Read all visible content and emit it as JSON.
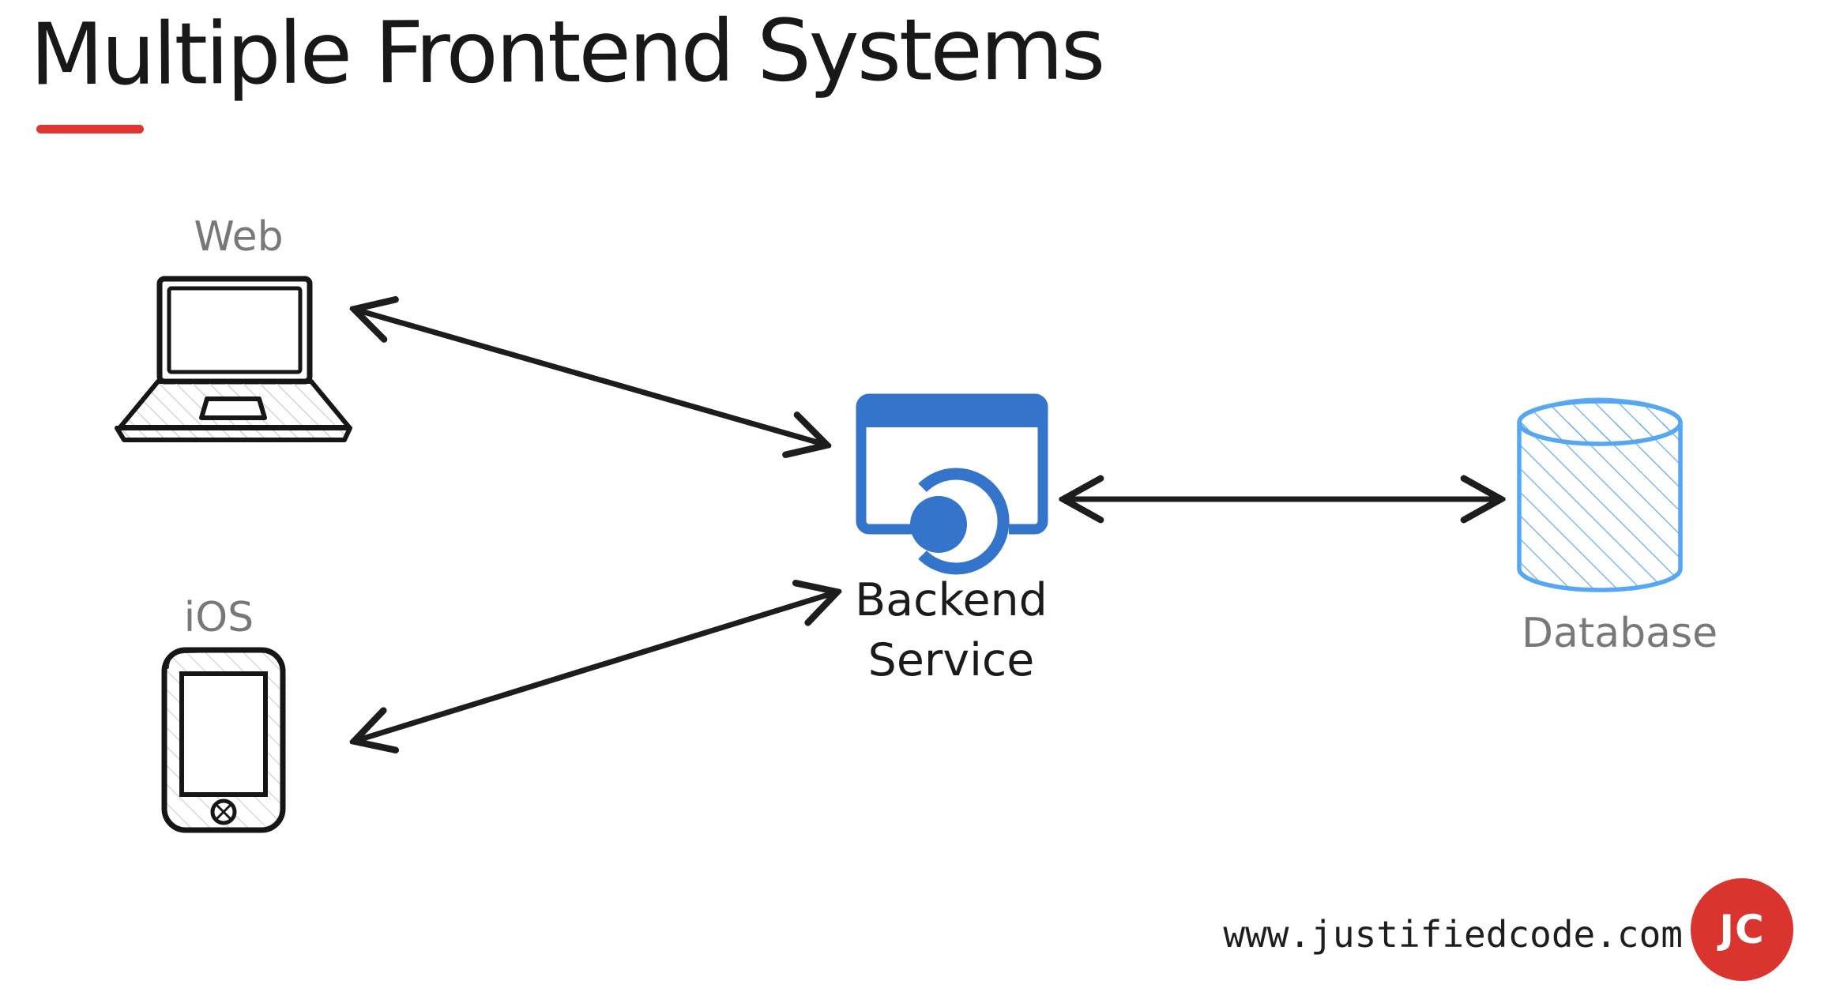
{
  "title": {
    "text": "Multiple Frontend Systems",
    "underline_color": "#e23430"
  },
  "nodes": {
    "web": {
      "label": "Web",
      "icon": "laptop-sketch",
      "label_color": "#787878"
    },
    "ios": {
      "label": "iOS",
      "icon": "smartphone-sketch",
      "label_color": "#787878"
    },
    "backend": {
      "label_line1": "Backend",
      "label_line2": "Service",
      "icon": "backend-service-window",
      "color": "#3574cb",
      "label_color": "#1b1b1b"
    },
    "database": {
      "label": "Database",
      "icon": "database-cylinder",
      "color": "#55a6f3",
      "label_color": "#787878"
    }
  },
  "edges": [
    {
      "from": "Web",
      "to": "Backend Service",
      "direction": "bidirectional"
    },
    {
      "from": "iOS",
      "to": "Backend Service",
      "direction": "bidirectional"
    },
    {
      "from": "Backend Service",
      "to": "Database",
      "direction": "bidirectional"
    }
  ],
  "footer": {
    "website": "www.justifiedcode.com",
    "logo_text": "JC",
    "logo_color": "#d9342e"
  },
  "colors": {
    "ink": "#1d1d1d",
    "backend_blue": "#3574cb",
    "database_blue": "#55a6f3",
    "hatch_gray": "#c7d0dd",
    "label_gray": "#787878",
    "underline_red": "#e23430",
    "logo_red": "#d9342e"
  }
}
